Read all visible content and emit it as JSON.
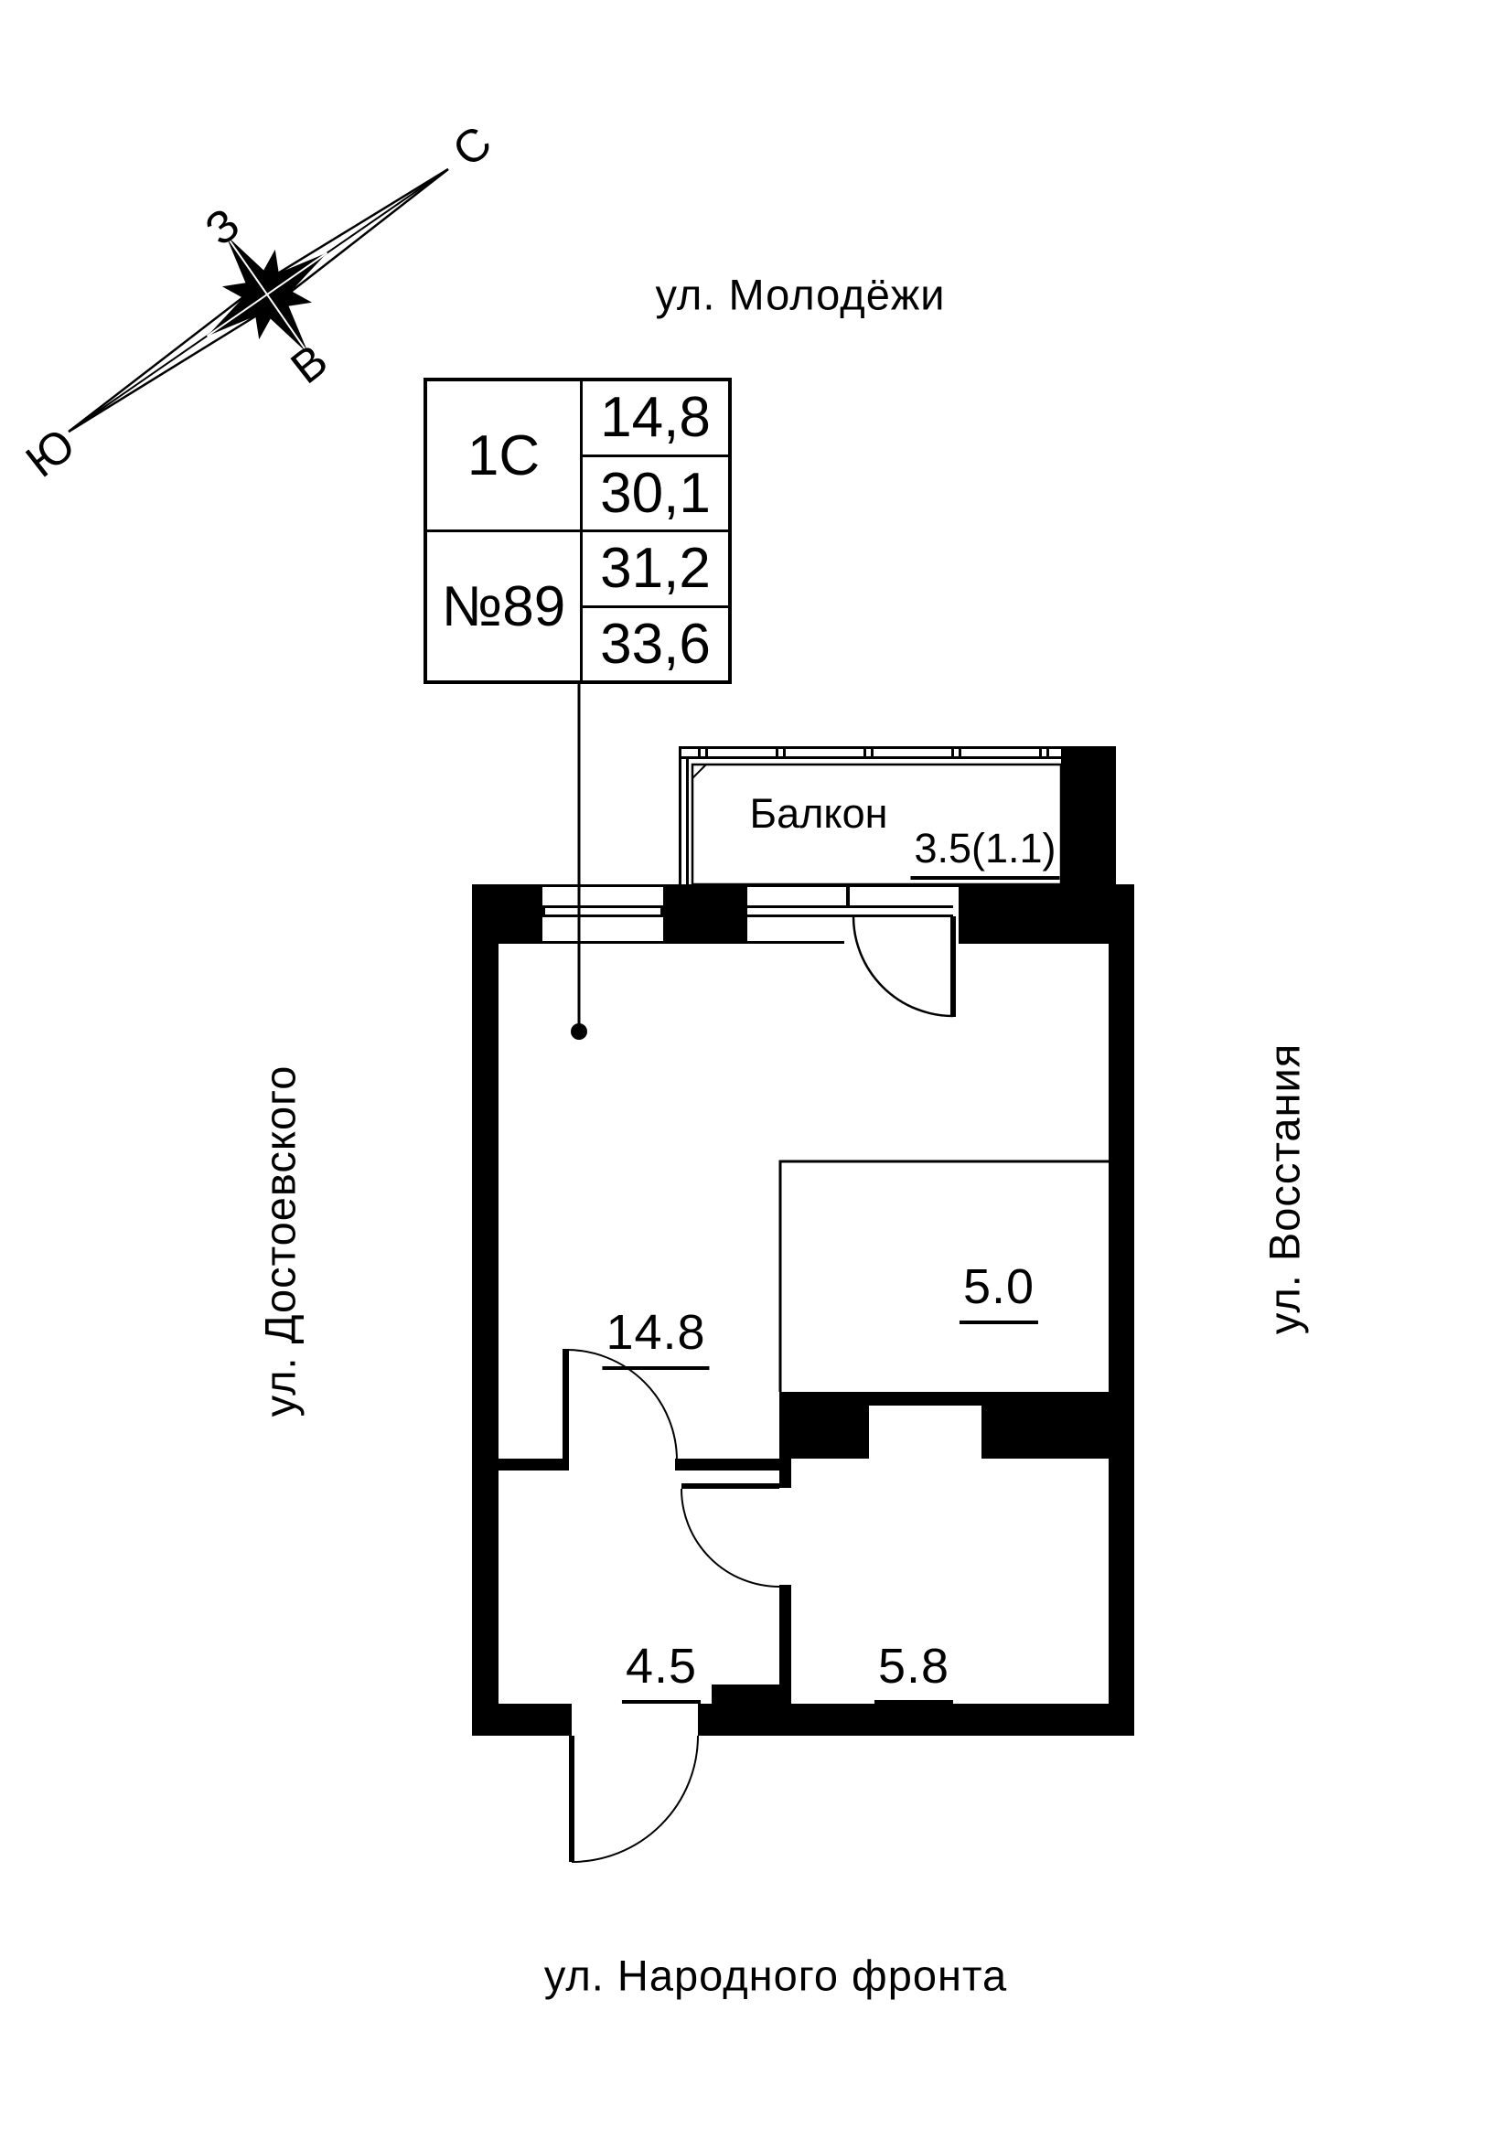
{
  "streets": {
    "top": "ул. Молодёжи",
    "bottom": "ул. Народного фронта",
    "left": "ул. Достоевского",
    "right": "ул. Восстания"
  },
  "compass": {
    "north": "С",
    "south": "Ю",
    "west": "З",
    "east": "В"
  },
  "unit_card": {
    "plan_type": "1С",
    "unit_number": "№89",
    "living_area": "14,8",
    "area_row2": "30,1",
    "area_row3": "31,2",
    "area_row4": "33,6"
  },
  "plan": {
    "balcony_label": "Балкон",
    "balcony_area": "3.5(1.1)",
    "room_area": "14.8",
    "kitchen_zone_area": "5.0",
    "hall_area": "4.5",
    "bathroom_area": "5.8"
  },
  "colors": {
    "ink": "#000000",
    "paper": "#ffffff"
  }
}
